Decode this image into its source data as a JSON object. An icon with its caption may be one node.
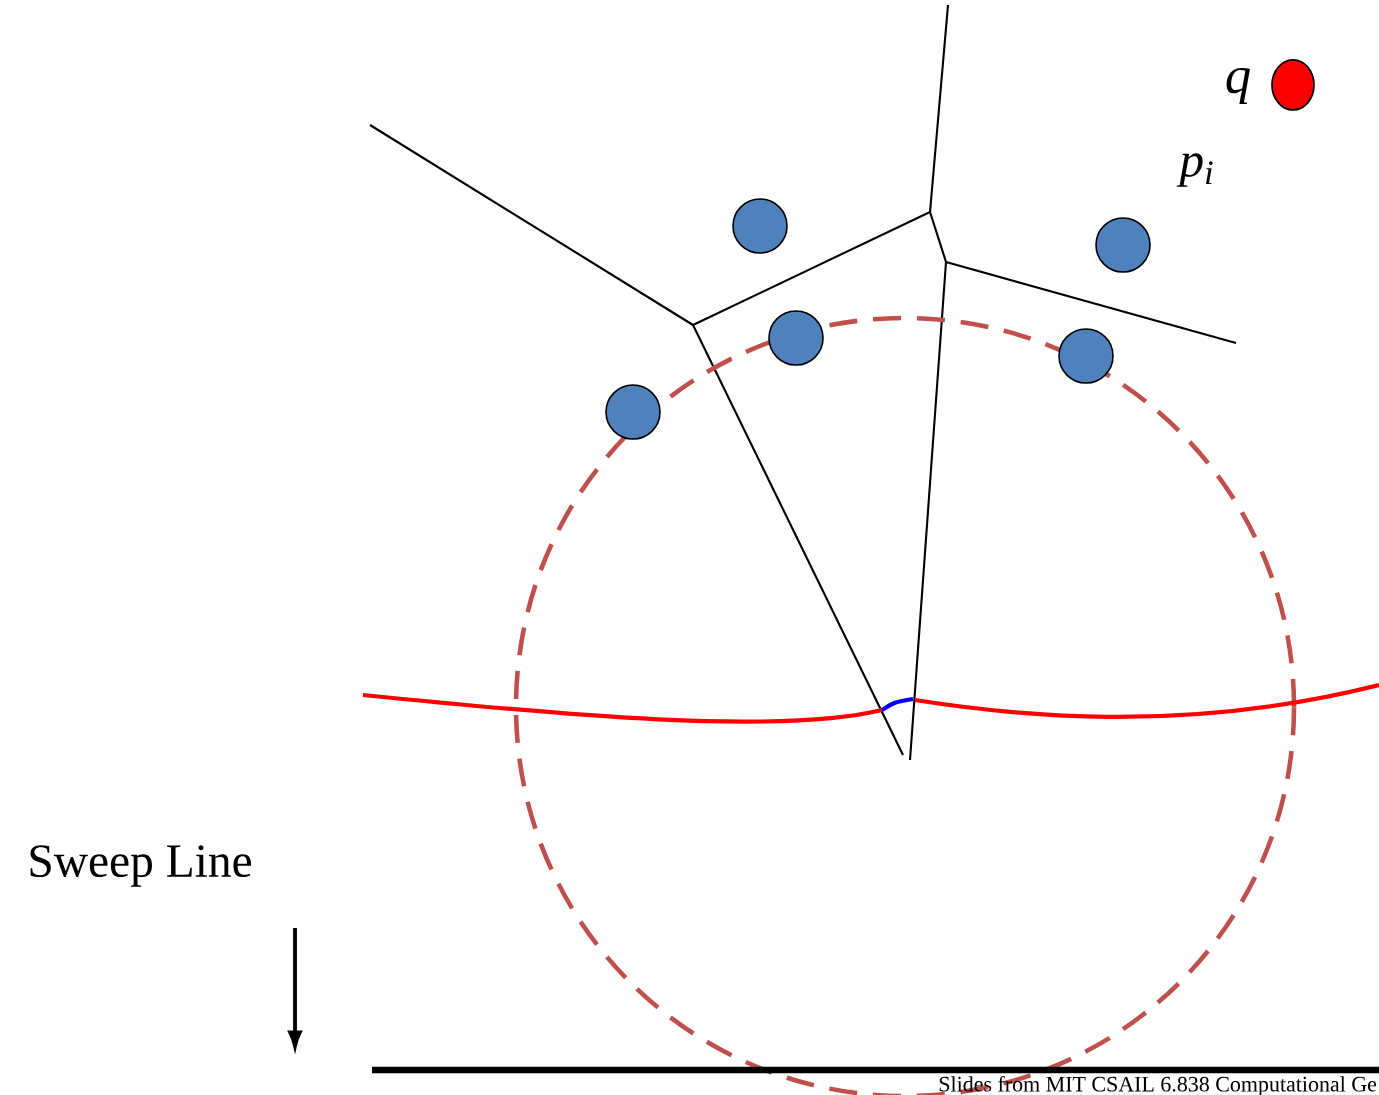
{
  "diagram": {
    "labels": [
      "q",
      "p$_{i}$",
      "Sweep Line",
      "Slides from MIT CSAIL 6.838 Computational Ge"
    ]
  }
}
